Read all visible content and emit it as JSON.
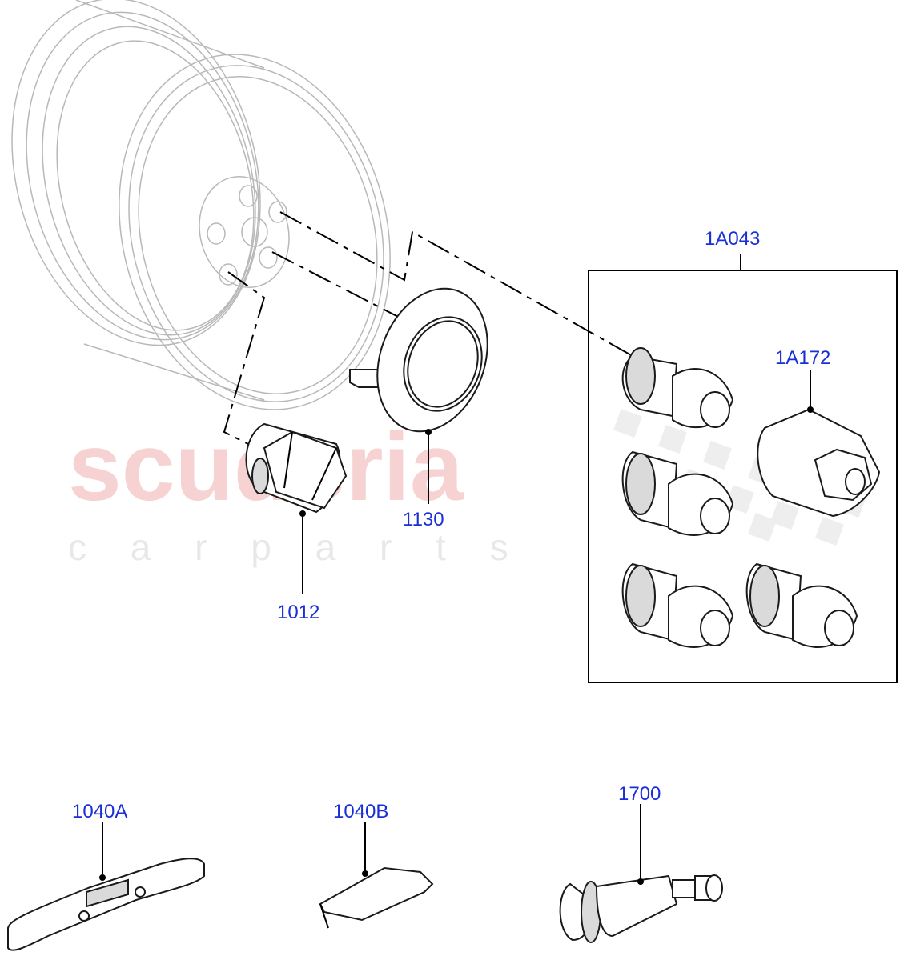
{
  "watermark": {
    "brand": "scuderia",
    "tagline": "c a r   p a r t s"
  },
  "callouts": {
    "c1A043": "1A043",
    "c1A172": "1A172",
    "c1130": "1130",
    "c1012": "1012",
    "c1040A": "1040A",
    "c1040B": "1040B",
    "c1700": "1700"
  },
  "colors": {
    "callout_text": "#1a2fd6",
    "watermark_red": "#f6d2d2",
    "watermark_grey": "#e8e8e8",
    "line": "#000000",
    "wheel_outline": "#b8b8b8"
  }
}
